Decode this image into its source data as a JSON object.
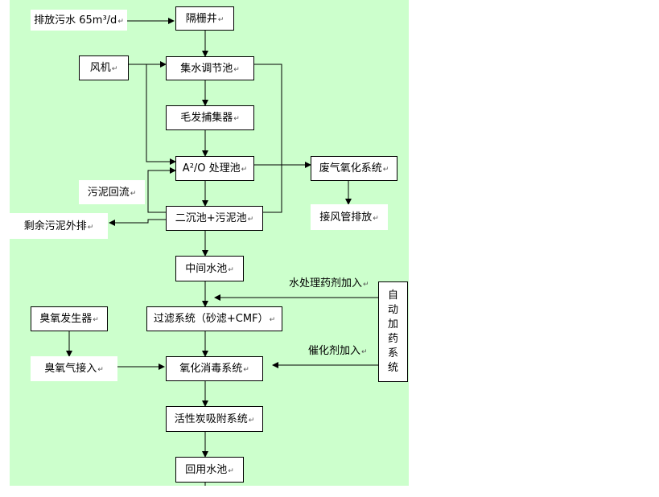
{
  "colors": {
    "background": "#ccffcc",
    "line": "#000000",
    "box_fill": "#ffffff"
  },
  "nodes": {
    "discharge": "排放污水 65m³/d",
    "screen_well": "隔栅井",
    "blower": "风机",
    "equalization_tank": "集水调节池",
    "hair_catcher": "毛发捕集器",
    "ao_tank": "A²/O 处理池",
    "waste_gas": "废气氧化系统",
    "sludge_return": "污泥回流",
    "exhaust_pipe": "接风管排放",
    "secondary_clarifier": "二沉池+污泥池",
    "excess_sludge": "剩余污泥外排",
    "intermediate_tank": "中间水池",
    "ozone_generator": "臭氧发生器",
    "filtration": "过滤系统（砂滤+CMF）",
    "ozone_injection": "臭氧气接入",
    "oxidation_disinfection": "氧化消毒系统",
    "activated_carbon": "活性炭吸附系统",
    "reuse_tank": "回用水池"
  },
  "edge_labels": {
    "chemicals": "水处理药剂加入",
    "catalyst": "催化剂加入"
  },
  "auto_dosing_chars": [
    "自",
    "动",
    "加",
    "药",
    "系",
    "统"
  ]
}
